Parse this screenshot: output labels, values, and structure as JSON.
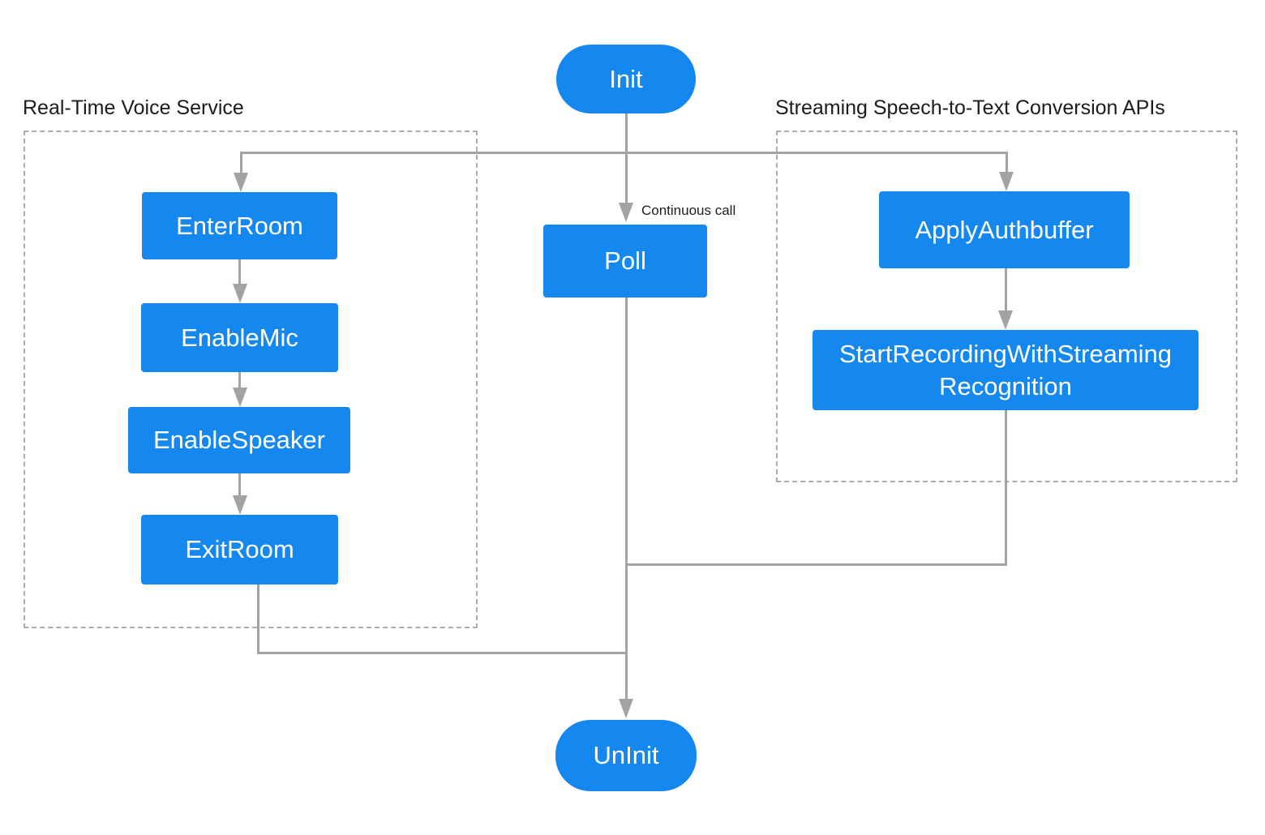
{
  "groups": {
    "voice": {
      "label": "Real-Time Voice Service"
    },
    "stt": {
      "label": "Streaming Speech-to-Text Conversion APIs"
    }
  },
  "nodes": {
    "init": {
      "label": "Init"
    },
    "enter_room": {
      "label": "EnterRoom"
    },
    "enable_mic": {
      "label": "EnableMic"
    },
    "enable_speaker": {
      "label": "EnableSpeaker"
    },
    "exit_room": {
      "label": "ExitRoom"
    },
    "poll": {
      "label": "Poll"
    },
    "apply_authbuffer": {
      "label": "ApplyAuthbuffer"
    },
    "start_recording": {
      "line1": "StartRecordingWithStreaming",
      "line2": "Recognition"
    },
    "uninit": {
      "label": "UnInit"
    }
  },
  "annotations": {
    "continuous_call": "Continuous call"
  },
  "colors": {
    "node_fill": "#1588F0",
    "node_text": "#FFFFFF",
    "edge": "#A3A3A3",
    "group_border": "#ADADAD",
    "label_text": "#1C1C1E",
    "bg": "#FFFFFF"
  }
}
